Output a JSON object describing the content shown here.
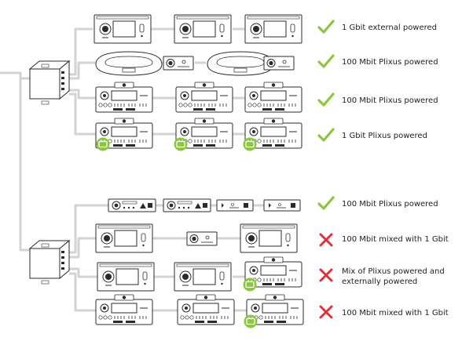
{
  "colors": {
    "link": "#d3d3d3",
    "outline": "#2b2b2b",
    "check": "#8cc63f",
    "cross": "#e0313a",
    "device_fill": "#ffffff"
  },
  "icons": {
    "ok": "check-icon",
    "fail": "cross-icon",
    "power": "plixus-power-badge-icon"
  },
  "rows": [
    {
      "caption": "1 Gbit external powered",
      "status": "ok"
    },
    {
      "caption": "100 Mbit Plixus powered",
      "status": "ok"
    },
    {
      "caption": "100 Mbit Plixus powered",
      "status": "ok"
    },
    {
      "caption": "1 Gbit Plixus powered",
      "status": "ok"
    },
    {
      "caption": "100 Mbit Plixus powered",
      "status": "ok"
    },
    {
      "caption": "100 Mbit mixed with 1 Gbit",
      "status": "fail"
    },
    {
      "caption": "Mix of Plixus powered and externally powered",
      "status": "fail"
    },
    {
      "caption": "100 Mbit mixed with 1 Gbit",
      "status": "fail"
    }
  ]
}
